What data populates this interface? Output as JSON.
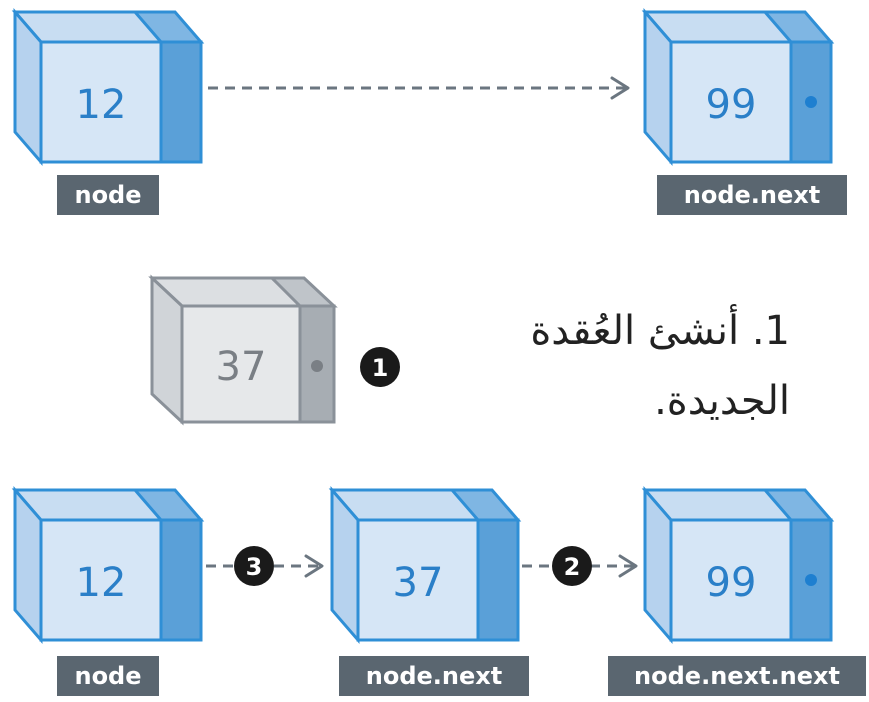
{
  "colors": {
    "blue_front": "#d6e6f6",
    "blue_top": "#c8ddf2",
    "blue_side": "#5aa0d8",
    "blue_stroke": "#2f8fd6",
    "blue_text": "#2a7fc8",
    "gray_front": "#e6e8ea",
    "gray_top": "#dcdfe2",
    "gray_side": "#a7adb3",
    "gray_stroke": "#8a9199",
    "gray_text": "#7a7f85",
    "label_bg": "#5a6670",
    "badge_bg": "#1a1a1a",
    "arrow": "#6b7680"
  },
  "top_row": {
    "node_value": "12",
    "node_label": "node",
    "next_value": "99",
    "next_label": "node.next"
  },
  "new_node": {
    "value": "37",
    "step_badge": "1",
    "caption_line1": "1. أنشئ العُقدة",
    "caption_line2": "الجديدة."
  },
  "bottom_row": {
    "node_value": "12",
    "node_label": "node",
    "middle_value": "37",
    "middle_label": "node.next",
    "last_value": "99",
    "last_label": "node.next.next",
    "badge_left": "3",
    "badge_right": "2"
  }
}
